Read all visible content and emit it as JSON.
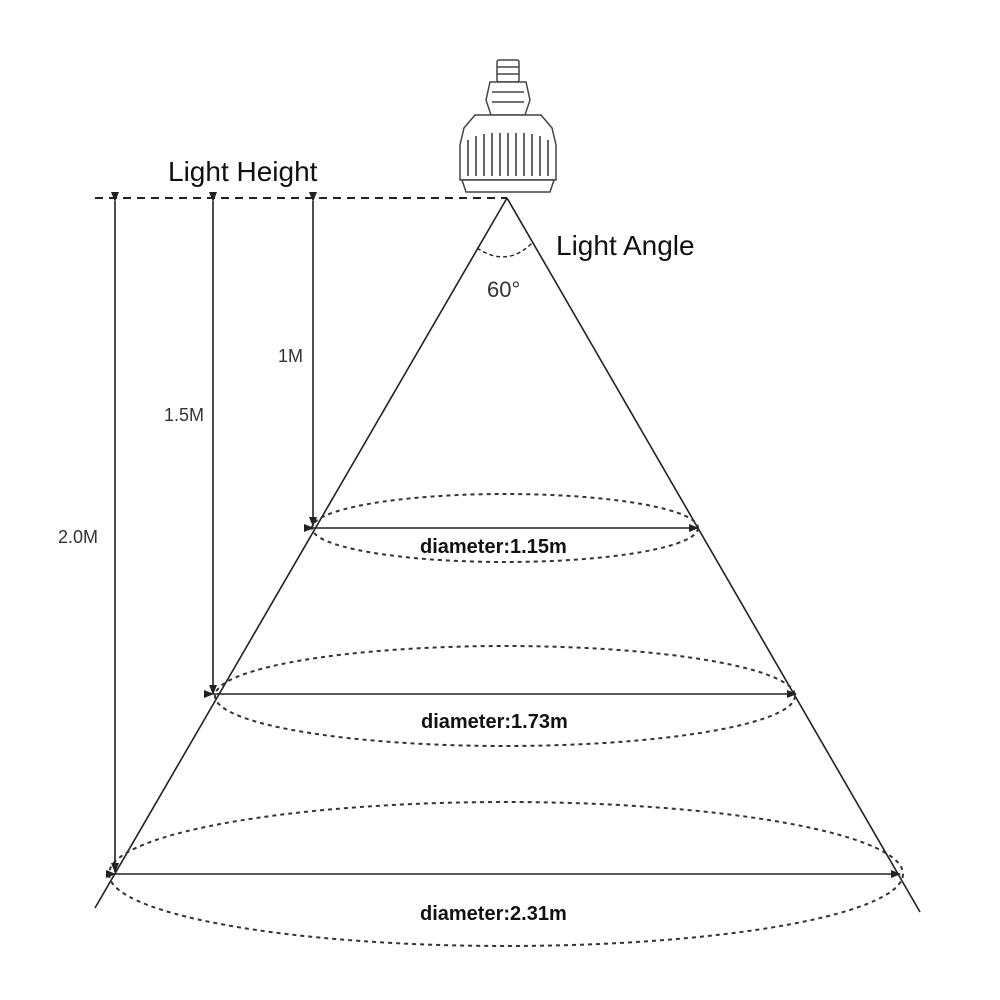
{
  "labels": {
    "light_height": "Light Height",
    "light_angle": "Light Angle",
    "angle_value": "60°"
  },
  "heights": [
    {
      "label": "1M",
      "diameter": "diameter:1.15m"
    },
    {
      "label": "1.5M",
      "diameter": "diameter:1.73m"
    },
    {
      "label": "2.0M",
      "diameter": "diameter:2.31m"
    }
  ],
  "colors": {
    "line": "#222222",
    "background": "#ffffff"
  },
  "icons": {
    "lamp": "led-bulb-icon"
  }
}
